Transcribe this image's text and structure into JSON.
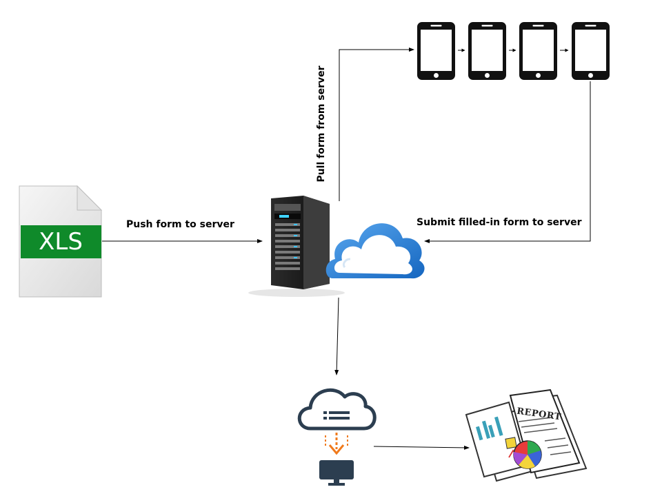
{
  "labels": {
    "push": "Push form to server",
    "pull": "Pull form from server",
    "submit": "Submit filled-in form to server"
  },
  "xls_file": {
    "text": "XLS",
    "icon": "xls-file-icon",
    "band_color": "#0f8a2a"
  },
  "server": {
    "icon": "server-tower-icon"
  },
  "cloud": {
    "icon": "cloud-icon",
    "color": "#1c7bd6"
  },
  "devices": {
    "icon": "smartphone-icon",
    "count": 4
  },
  "download": {
    "icon": "cloud-download-icon",
    "arrow_color": "#f07a1c"
  },
  "report": {
    "text": "REPORT",
    "icon": "report-documents-icon"
  }
}
